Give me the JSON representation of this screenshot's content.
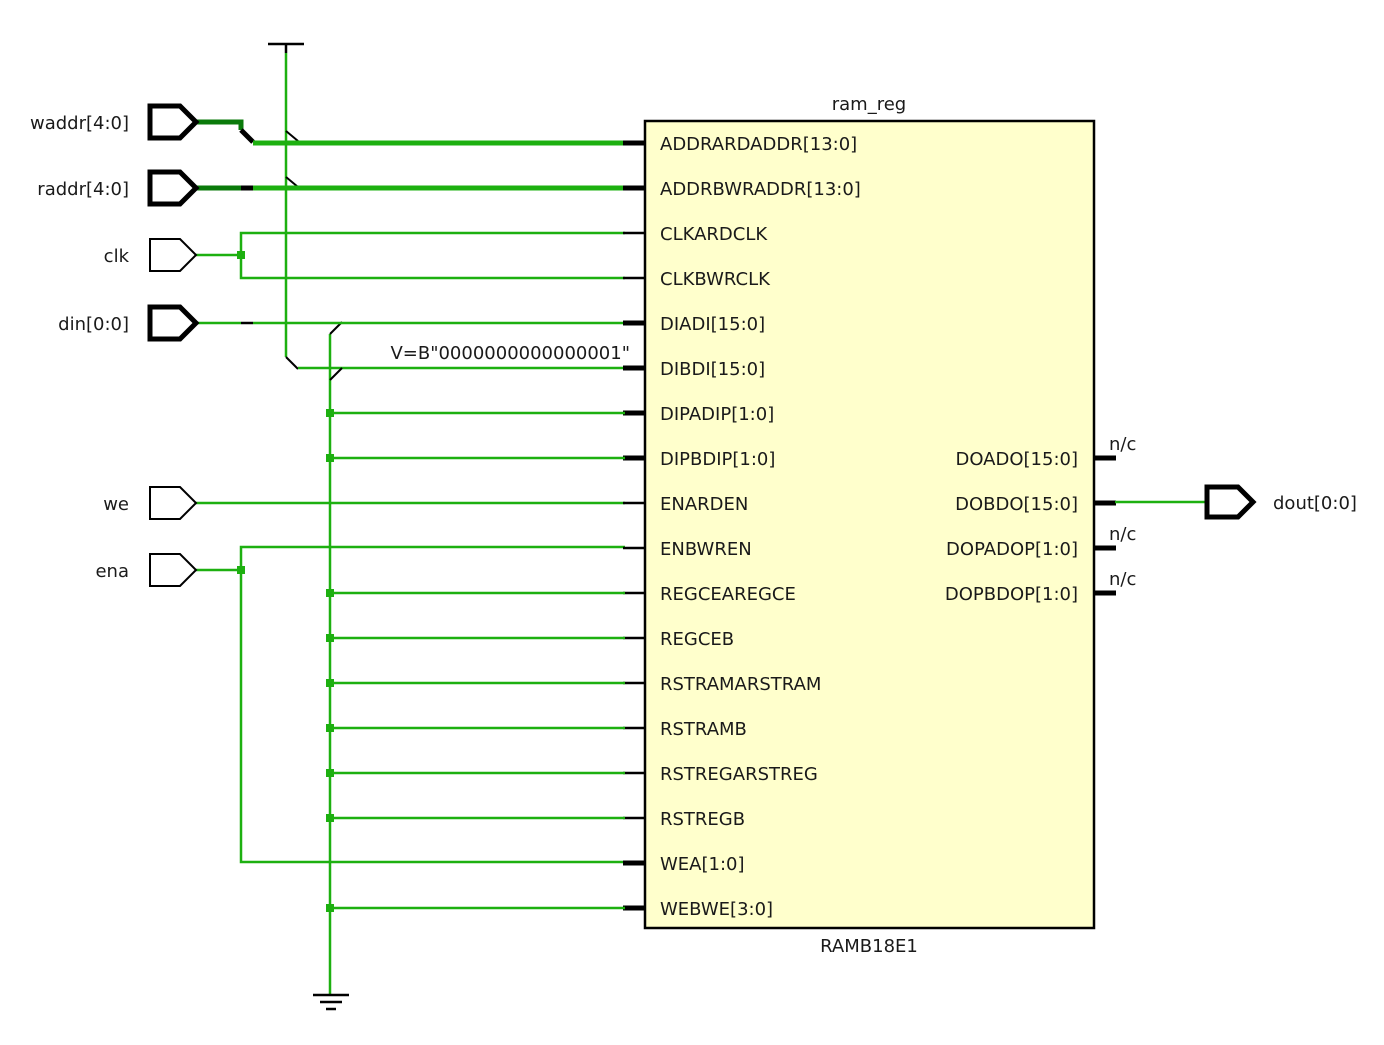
{
  "cell": {
    "instance_name": "ram_reg",
    "type_name": "RAMB18E1",
    "fill_color": "#ffffcc"
  },
  "wire_color": "#1db010",
  "input_ports": [
    {
      "name": "waddr[4:0]",
      "bus": true
    },
    {
      "name": "raddr[4:0]",
      "bus": true
    },
    {
      "name": "clk",
      "bus": false
    },
    {
      "name": "din[0:0]",
      "bus": true
    },
    {
      "name": "we",
      "bus": false
    },
    {
      "name": "ena",
      "bus": false
    }
  ],
  "output_ports": [
    {
      "name": "dout[0:0]",
      "bus": true
    }
  ],
  "left_pins": [
    {
      "name": "ADDRARDADDR[13:0]",
      "bus": true
    },
    {
      "name": "ADDRBWRADDR[13:0]",
      "bus": true
    },
    {
      "name": "CLKARDCLK",
      "bus": false
    },
    {
      "name": "CLKBWRCLK",
      "bus": false
    },
    {
      "name": "DIADI[15:0]",
      "bus": true
    },
    {
      "name": "DIBDI[15:0]",
      "bus": true
    },
    {
      "name": "DIPADIP[1:0]",
      "bus": true
    },
    {
      "name": "DIPBDIP[1:0]",
      "bus": true
    },
    {
      "name": "ENARDEN",
      "bus": false
    },
    {
      "name": "ENBWREN",
      "bus": false
    },
    {
      "name": "REGCEAREGCE",
      "bus": false
    },
    {
      "name": "REGCEB",
      "bus": false
    },
    {
      "name": "RSTRAMARSTRAM",
      "bus": false
    },
    {
      "name": "RSTRAMB",
      "bus": false
    },
    {
      "name": "RSTREGARSTREG",
      "bus": false
    },
    {
      "name": "RSTREGB",
      "bus": false
    },
    {
      "name": "WEA[1:0]",
      "bus": true
    },
    {
      "name": "WEBWE[3:0]",
      "bus": true
    }
  ],
  "right_pins": [
    {
      "name": "DOADO[15:0]",
      "connection": "n/c"
    },
    {
      "name": "DOBDO[15:0]",
      "connection": "dout[0:0]"
    },
    {
      "name": "DOPADOP[1:0]",
      "connection": "n/c"
    },
    {
      "name": "DOPBDOP[1:0]",
      "connection": "n/c"
    }
  ],
  "constant_label": "V=B\"0000000000000001\"",
  "nc_label": "n/c",
  "power_symbol": "vcc-icon",
  "ground_symbol": "ground-icon"
}
